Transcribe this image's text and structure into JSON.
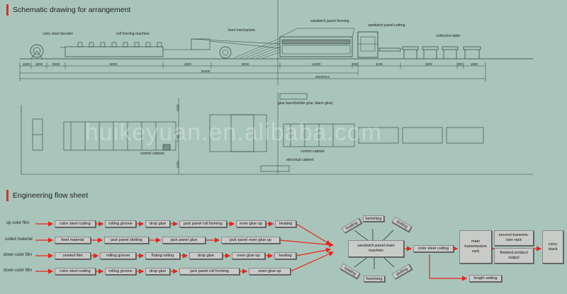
{
  "schematic": {
    "title": "Schematic drawing for arrangement",
    "labels": {
      "decoiler": "color steel decoiler",
      "roll_forming": "roll forming machine",
      "feed": "feed mechanism",
      "sandwich_forming": "sandwich panel forming",
      "sandwich_cutting": "sandwich panel cutting",
      "collection": "collection table"
    },
    "dims": [
      "1500",
      "1000",
      "2500",
      "5000",
      "4000",
      "6000",
      "12350",
      "250",
      "3180",
      "4800",
      "250",
      "1680"
    ],
    "total_a": "34000",
    "total_b": "45000mm"
  },
  "plan": {
    "glue_barrel": "glue barrel(white glue, black glue)",
    "control_cabinet_1": "control cabinet",
    "control_cabinet_2": "control cabinet",
    "electrical_cabinet": "electrical cabinet",
    "vdims": [
      "1500",
      "2500",
      "1500"
    ]
  },
  "watermark": "huikeyuan.en.alibaba.com",
  "flow": {
    "title": "Engineering flow sheet",
    "inputs": [
      "up color film",
      "coiled material",
      "down color film",
      "down color film"
    ],
    "rows": [
      [
        "color steel cutting",
        "rolling groove",
        "drop glue",
        "jack panel roll forming",
        "even glue up",
        "heating"
      ],
      [
        "feed material",
        "jack panel slotting",
        "jack panel glue",
        "jack panel even glue up"
      ],
      [
        "unwind film",
        "rolling groove",
        "fluting rolling",
        "drop glue",
        "even glue up",
        "heating"
      ],
      [
        "color steel cutting",
        "rolling groove",
        "drop glue",
        "jack panel roll forming",
        "even glue up"
      ]
    ],
    "main": "sandwich panel main machien",
    "around_top": [
      "heating",
      "hemming",
      "slotting"
    ],
    "around_bottom": [
      "heating",
      "hemming",
      "slotting"
    ],
    "cutting": "color steel cutting",
    "transmission": "main transmission rack",
    "second": "second transmis-sion rack",
    "finished": "finished product output",
    "carry": "carry stack",
    "length": "length setting"
  }
}
